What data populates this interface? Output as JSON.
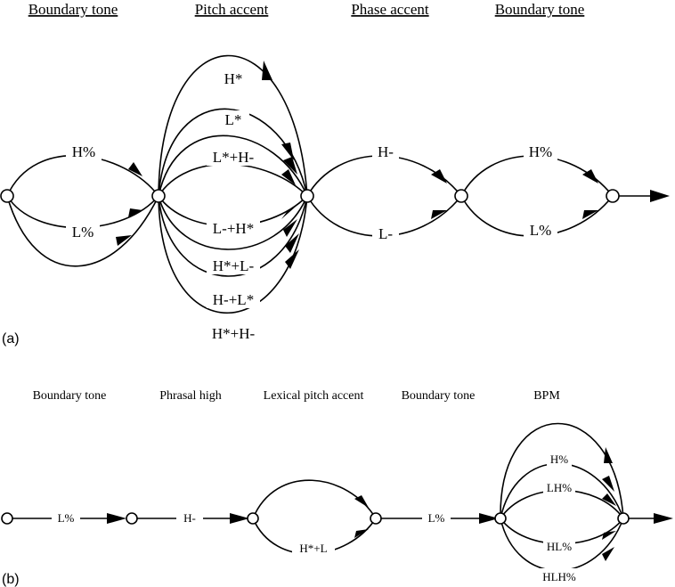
{
  "panel_a": {
    "tag": "(a)",
    "headers": [
      "Boundary tone",
      "Pitch accent",
      "Phase accent",
      "Boundary tone"
    ],
    "stage1": [
      "H%",
      "L%"
    ],
    "stage2": [
      "H*",
      "L*",
      "L*+H-",
      "L-+H*",
      "H*+L-",
      "H-+L*",
      "H*+H-"
    ],
    "stage3": [
      "H-",
      "L-"
    ],
    "stage4": [
      "H%",
      "L%"
    ]
  },
  "panel_b": {
    "tag": "(b)",
    "headers": [
      "Boundary tone",
      "Phrasal high",
      "Lexical pitch accent",
      "Boundary tone",
      "BPM"
    ],
    "stage1": [
      "L%"
    ],
    "stage2": [
      "H-"
    ],
    "stage3": [
      "H*+L"
    ],
    "stage4": [
      "L%"
    ],
    "stage5": [
      "H%",
      "LH%",
      "HL%",
      "HLH%"
    ]
  }
}
